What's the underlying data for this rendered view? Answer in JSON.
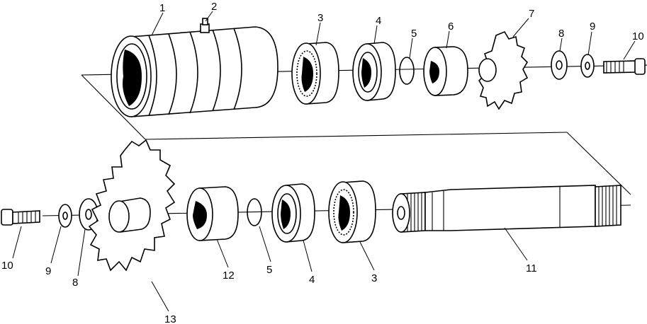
{
  "diagram": {
    "callouts": [
      {
        "id": "c1",
        "label": "1",
        "part": "housing"
      },
      {
        "id": "c2",
        "label": "2",
        "part": "grease-fitting"
      },
      {
        "id": "c3a",
        "label": "3",
        "part": "bearing-upper"
      },
      {
        "id": "c4a",
        "label": "4",
        "part": "seal-upper"
      },
      {
        "id": "c5a",
        "label": "5",
        "part": "o-ring-upper"
      },
      {
        "id": "c6",
        "label": "6",
        "part": "spacer"
      },
      {
        "id": "c7",
        "label": "7",
        "part": "small-sprocket"
      },
      {
        "id": "c8a",
        "label": "8",
        "part": "washer-upper"
      },
      {
        "id": "c9a",
        "label": "9",
        "part": "lock-washer-upper"
      },
      {
        "id": "c10a",
        "label": "10",
        "part": "bolt-upper"
      },
      {
        "id": "c10b",
        "label": "10",
        "part": "bolt-lower"
      },
      {
        "id": "c9b",
        "label": "9",
        "part": "lock-washer-lower"
      },
      {
        "id": "c8b",
        "label": "8",
        "part": "washer-lower"
      },
      {
        "id": "c13",
        "label": "13",
        "part": "large-sprocket"
      },
      {
        "id": "c12",
        "label": "12",
        "part": "hub"
      },
      {
        "id": "c5b",
        "label": "5",
        "part": "o-ring-lower"
      },
      {
        "id": "c4b",
        "label": "4",
        "part": "seal-lower"
      },
      {
        "id": "c3b",
        "label": "3",
        "part": "bearing-lower"
      },
      {
        "id": "c11",
        "label": "11",
        "part": "shaft"
      }
    ]
  }
}
